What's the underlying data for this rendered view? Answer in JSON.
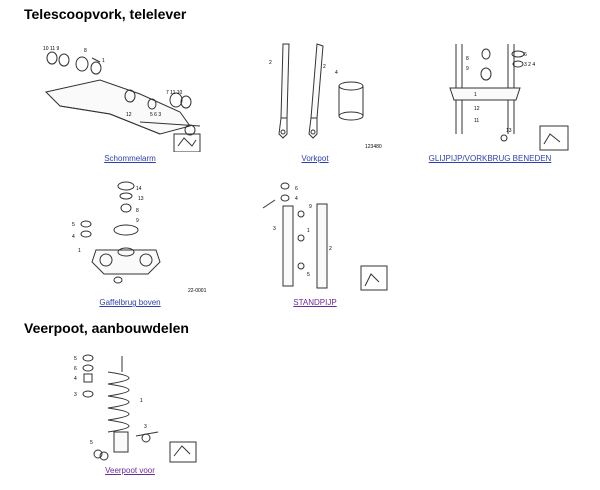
{
  "sections": [
    {
      "title": "Telescoopvork, telelever",
      "items": [
        {
          "label": "Schommelarm",
          "icon": "swing-arm-diagram"
        },
        {
          "label": "Vorkpot",
          "icon": "fork-tubes-diagram"
        },
        {
          "label": "GLIJPIJP/VORKBRUG BENEDEN",
          "icon": "slider-tube-bridge-diagram"
        },
        {
          "label": "Gaffelbrug boven",
          "icon": "upper-fork-bridge-diagram"
        },
        {
          "label": "STANDPIJP",
          "icon": "stanchion-tube-diagram"
        }
      ]
    },
    {
      "title": "Veerpoot, aanbouwdelen",
      "items": [
        {
          "label": "Veerpoot voor",
          "icon": "front-shock-diagram"
        }
      ]
    }
  ]
}
